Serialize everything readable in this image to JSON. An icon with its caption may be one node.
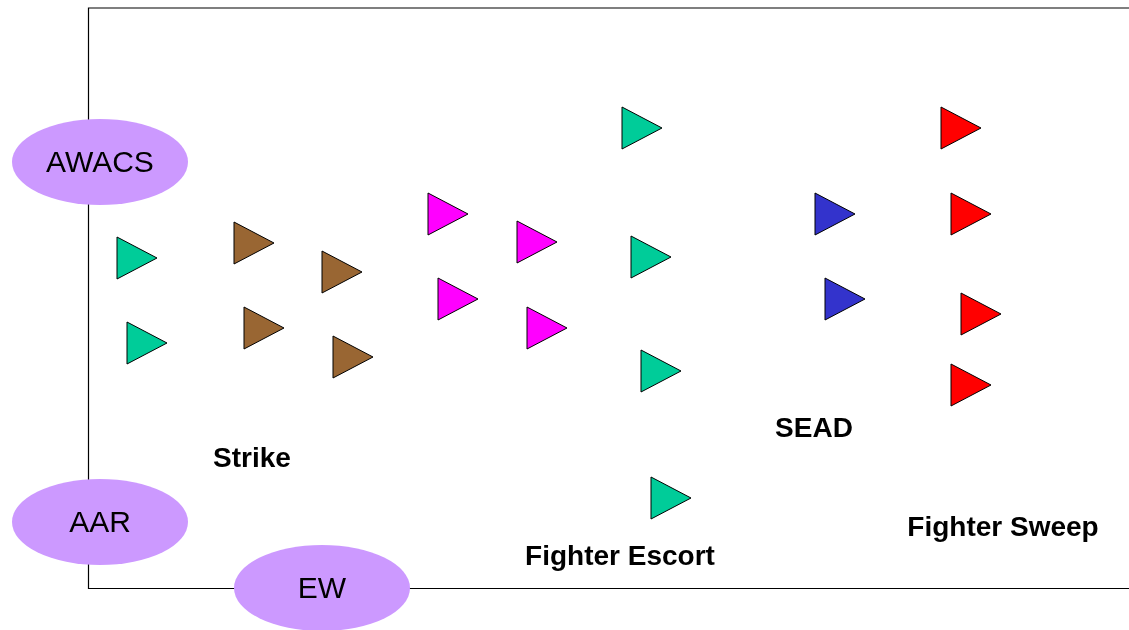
{
  "diagram": {
    "nodes": [
      {
        "text": [
          "AWACS"
        ]
      },
      {
        "text": [
          "AAR"
        ]
      },
      {
        "text": [
          "EW"
        ]
      }
    ],
    "labels": [
      "Strike",
      "SEAD",
      "Fighter Escort",
      "Fighter Sweep"
    ]
  }
}
